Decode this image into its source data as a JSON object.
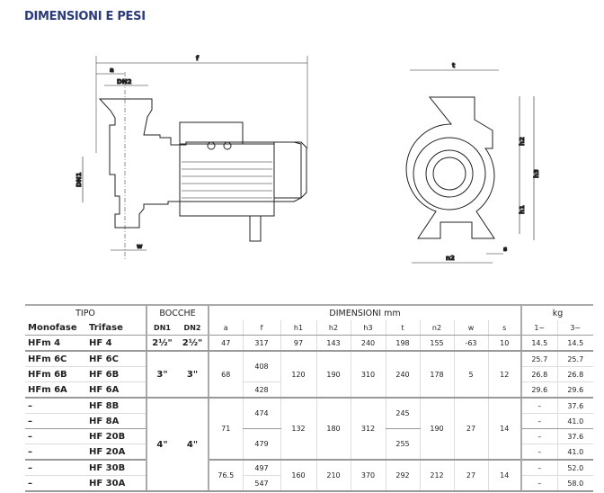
{
  "title": "DIMENSIONI E PESI",
  "drawing": {
    "labels": {
      "f": "f",
      "a": "a",
      "dn2": "DN2",
      "dn1": "DN1",
      "w": "w",
      "t": "t",
      "h2": "h2",
      "h3": "h3",
      "h1": "h1",
      "s": "s",
      "n2": "n2"
    }
  },
  "table": {
    "headers": {
      "tipo": "TIPO",
      "bocche": "BOCCHE",
      "dimensioni": "DIMENSIONI mm",
      "kg": "kg",
      "monofase": "Monofase",
      "trifase": "Trifase",
      "dn1": "DN1",
      "dn2": "DN2",
      "a": "a",
      "f": "f",
      "h1": "h1",
      "h2": "h2",
      "h3": "h3",
      "t": "t",
      "n2": "n2",
      "w": "w",
      "s": "s",
      "kg1": "1~",
      "kg3": "3~"
    },
    "hf4": {
      "mono": "HFm 4",
      "tri": "HF 4",
      "dn1": "2½\"",
      "dn2": "2½\"",
      "a": "47",
      "f": "317",
      "h1": "97",
      "h2": "143",
      "h3": "240",
      "t": "198",
      "n2": "155",
      "w": "-63",
      "s": "10",
      "kg1": "14.5",
      "kg3": "14.5"
    },
    "hf6": {
      "models": [
        {
          "mono": "HFm 6C",
          "tri": "HF 6C",
          "kg1": "25.7",
          "kg3": "25.7"
        },
        {
          "mono": "HFm 6B",
          "tri": "HF 6B",
          "kg1": "26.8",
          "kg3": "26.8"
        },
        {
          "mono": "HFm 6A",
          "tri": "HF 6A",
          "kg1": "29.6",
          "kg3": "29.6"
        }
      ],
      "dn1": "3\"",
      "dn2": "3\"",
      "a": "68",
      "f1": "408",
      "f2": "428",
      "h1": "120",
      "h2": "190",
      "h3": "310",
      "t": "240",
      "n2": "178",
      "w": "5",
      "s": "12"
    },
    "hf8_30": {
      "models": [
        {
          "mono": "–",
          "tri": "HF 8B",
          "kg1": "–",
          "kg3": "37.6"
        },
        {
          "mono": "–",
          "tri": "HF 8A",
          "kg1": "–",
          "kg3": "41.0"
        },
        {
          "mono": "–",
          "tri": "HF 20B",
          "kg1": "–",
          "kg3": "37.6"
        },
        {
          "mono": "–",
          "tri": "HF 20A",
          "kg1": "–",
          "kg3": "41.0"
        },
        {
          "mono": "–",
          "tri": "HF 30B",
          "kg1": "–",
          "kg3": "52.0"
        },
        {
          "mono": "–",
          "tri": "HF 30A",
          "kg1": "–",
          "kg3": "58.0"
        }
      ],
      "dn1": "4\"",
      "dn2": "4\"",
      "a1": "71",
      "a2": "76.5",
      "f1": "474",
      "f2": "479",
      "f3": "497",
      "f4": "547",
      "h1a": "132",
      "h1b": "160",
      "h2a": "180",
      "h2b": "210",
      "h3a": "312",
      "h3b": "370",
      "t1": "245",
      "t2": "255",
      "t3": "292",
      "n2a": "190",
      "n2b": "212",
      "wa": "27",
      "wb": "27",
      "sa": "14",
      "sb": "14"
    }
  }
}
